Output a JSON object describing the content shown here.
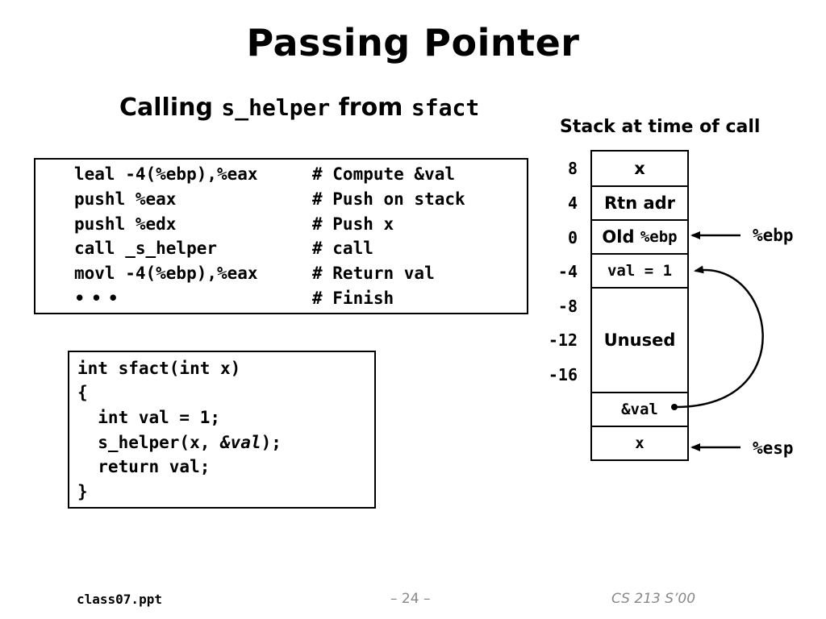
{
  "title": "Passing Pointer",
  "subtitle": {
    "word1": "Calling",
    "func": "s_helper",
    "word2": "from",
    "caller": "sfact"
  },
  "stack_title": "Stack at time of call",
  "assembly": [
    {
      "code": "leal -4(%ebp),%eax",
      "comment": "# Compute &val"
    },
    {
      "code": "pushl %eax",
      "comment": "# Push on stack"
    },
    {
      "code": "pushl %edx",
      "comment": "# Push x"
    },
    {
      "code": "call _s_helper",
      "comment": "# call"
    },
    {
      "code": "movl -4(%ebp),%eax",
      "comment": "# Return val"
    },
    {
      "code": "• • •",
      "comment": "# Finish"
    }
  ],
  "c_code": [
    "int sfact(int x)",
    "{",
    "  int val = 1;",
    "  s_helper(x, &val);",
    "  return val;",
    "}"
  ],
  "c_code_call": {
    "pre": "  s_helper(x, ",
    "italic": "&val",
    "post": ");"
  },
  "stack": {
    "offsets": [
      "8",
      "4",
      "0",
      "-4",
      "-8",
      "-12",
      "-16"
    ],
    "cells": {
      "x_top": "x",
      "rtn": "Rtn adr",
      "old_word": "Old",
      "old_reg": "%ebp",
      "val": "val = 1",
      "unused": "Unused",
      "ptr": "&val",
      "x_bottom": "x"
    },
    "ebp_label": "%ebp",
    "esp_label": "%esp"
  },
  "footer": {
    "left": "class07.ppt",
    "center": "– 24 –",
    "right": "CS 213 S’00"
  }
}
